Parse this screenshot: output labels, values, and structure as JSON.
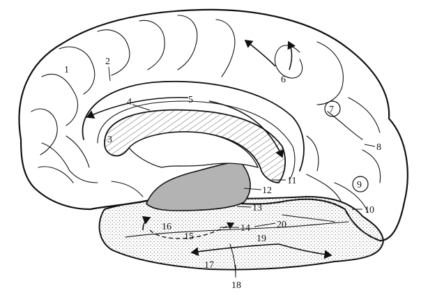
{
  "labels": [
    {
      "text": "1"
    },
    {
      "text": "2"
    },
    {
      "text": "3"
    },
    {
      "text": "4"
    },
    {
      "text": "5"
    },
    {
      "text": "6"
    },
    {
      "text": "7"
    },
    {
      "text": "8"
    },
    {
      "text": "9"
    },
    {
      "text": "10"
    },
    {
      "text": "11"
    },
    {
      "text": "12"
    },
    {
      "text": "13"
    },
    {
      "text": "14"
    },
    {
      "text": "15"
    },
    {
      "text": "16"
    },
    {
      "text": "17"
    },
    {
      "text": "18"
    },
    {
      "text": "19"
    },
    {
      "text": "20"
    }
  ],
  "colors": {
    "outline": "#111111",
    "fill": "#ffffff",
    "thalamus_gray": "#b3b3b3",
    "stipple": "#7a7a7a"
  }
}
